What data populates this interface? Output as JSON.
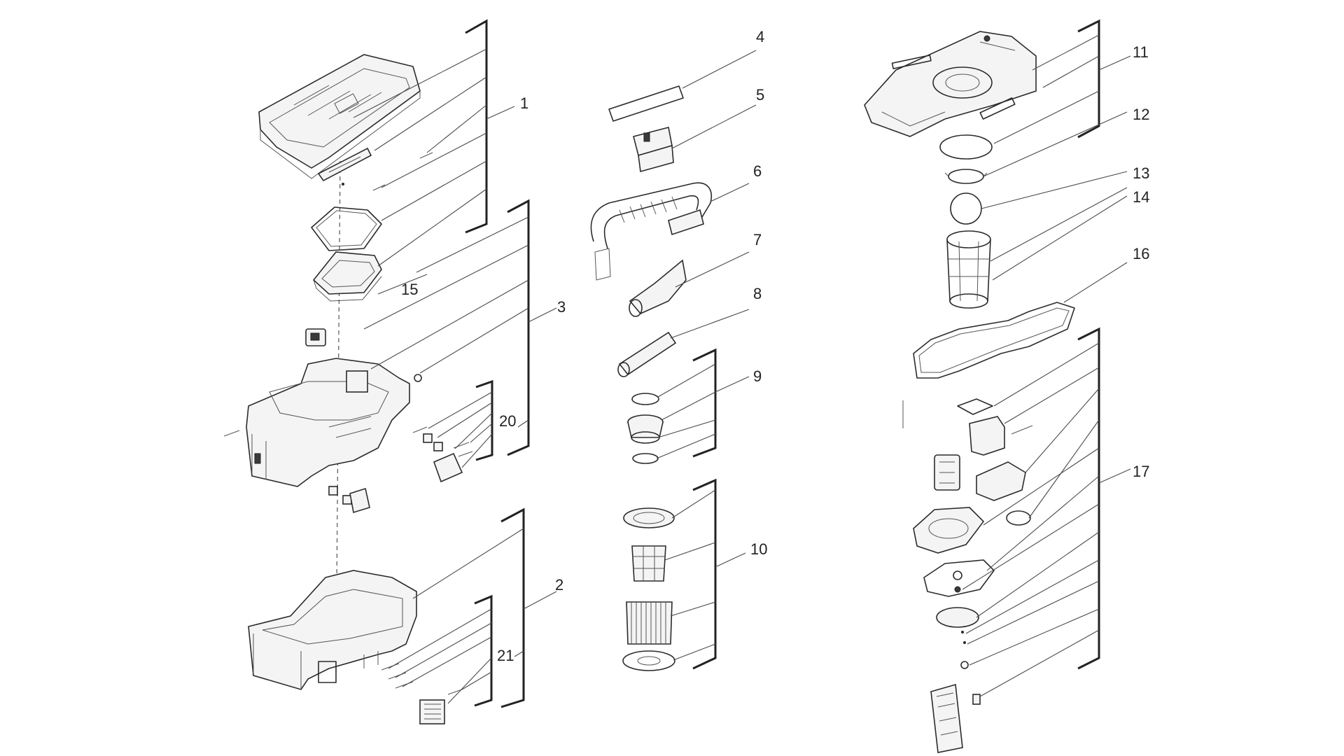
{
  "callouts": [
    {
      "id": "1",
      "text": "1"
    },
    {
      "id": "2",
      "text": "2"
    },
    {
      "id": "3",
      "text": "3"
    },
    {
      "id": "4",
      "text": "4"
    },
    {
      "id": "5",
      "text": "5"
    },
    {
      "id": "6",
      "text": "6"
    },
    {
      "id": "7",
      "text": "7"
    },
    {
      "id": "8",
      "text": "8"
    },
    {
      "id": "9",
      "text": "9"
    },
    {
      "id": "10",
      "text": "10"
    },
    {
      "id": "11",
      "text": "11"
    },
    {
      "id": "12",
      "text": "12"
    },
    {
      "id": "13",
      "text": "13"
    },
    {
      "id": "14",
      "text": "14"
    },
    {
      "id": "15",
      "text": "15"
    },
    {
      "id": "16",
      "text": "16"
    },
    {
      "id": "17",
      "text": "17"
    },
    {
      "id": "20",
      "text": "20"
    },
    {
      "id": "21",
      "text": "21"
    }
  ]
}
